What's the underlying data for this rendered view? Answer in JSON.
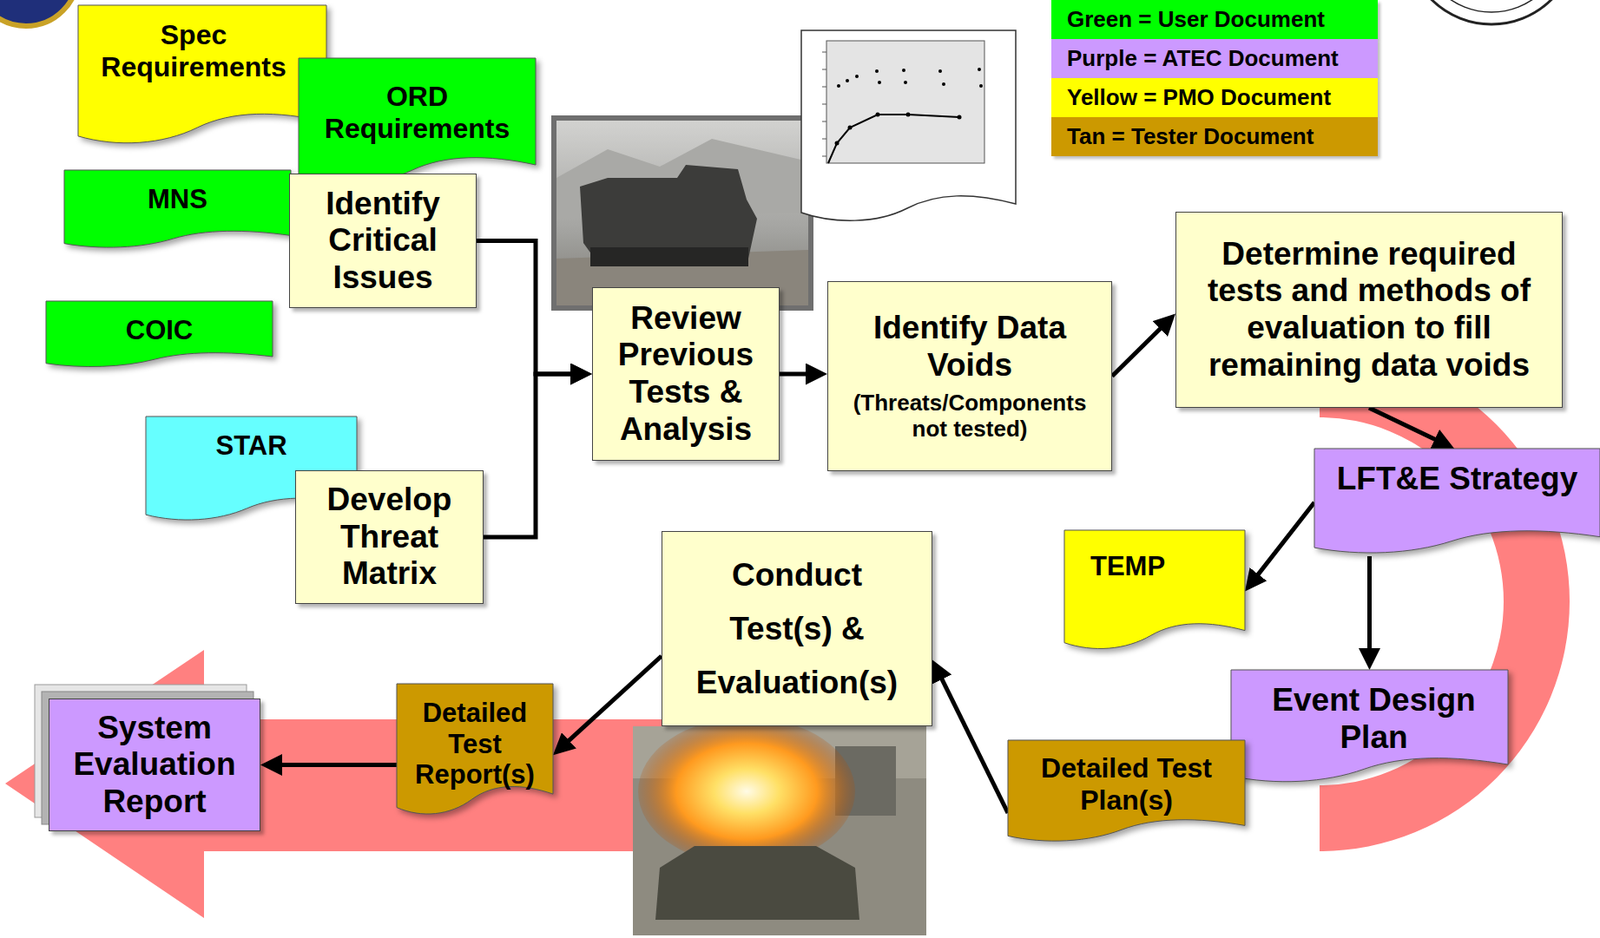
{
  "diagram": {
    "nodes": [
      {
        "text": [
          "Spec Requirements"
        ]
      },
      {
        "text": [
          "ORD Requirements"
        ]
      },
      {
        "text": [
          "MNS"
        ]
      },
      {
        "text": [
          "Identify Critical Issues"
        ]
      },
      {
        "text": [
          "COIC"
        ]
      },
      {
        "text": [
          "STAR"
        ]
      },
      {
        "text": [
          "Develop Threat Matrix"
        ]
      },
      {
        "text": [
          "Review Previous Tests & Analysis"
        ]
      },
      {
        "text": [
          "Identify Data Voids",
          "(Threats/Components not tested)"
        ]
      },
      {
        "text": [
          "Determine required tests and methods of evaluation to fill remaining data voids"
        ]
      },
      {
        "text": [
          "LFT&E Strategy"
        ]
      },
      {
        "text": [
          "TEMP"
        ]
      },
      {
        "text": [
          "Event Design Plan"
        ]
      },
      {
        "text": [
          "Detailed Test Plan(s)"
        ]
      },
      {
        "text": [
          "Conduct Test(s) & Evaluation(s)"
        ]
      },
      {
        "text": [
          "Detailed Test Report(s)"
        ]
      },
      {
        "text": [
          "System Evaluation Report"
        ]
      }
    ],
    "edges": [
      {
        "from": 3,
        "to": 7,
        "arrow": "to"
      },
      {
        "from": 6,
        "to": 7,
        "arrow": "to"
      },
      {
        "from": 7,
        "to": 8,
        "arrow": "to"
      },
      {
        "from": 8,
        "to": 9,
        "arrow": "to"
      },
      {
        "from": 9,
        "to": 10,
        "arrow": "to"
      },
      {
        "from": 10,
        "to": 11,
        "arrow": "to"
      },
      {
        "from": 10,
        "to": 12,
        "arrow": "to"
      },
      {
        "from": 13,
        "to": 14,
        "arrow": "to"
      },
      {
        "from": 14,
        "to": 15,
        "arrow": "to"
      },
      {
        "from": 15,
        "to": 16,
        "arrow": "to"
      }
    ],
    "legend": [
      {
        "text": "Green = User Document",
        "color": "#00ff00"
      },
      {
        "text": "Purple = ATEC Document",
        "color": "#cc99ff"
      },
      {
        "text": "Yellow = PMO Document",
        "color": "#ffff00"
      },
      {
        "text": "Tan = Tester Document",
        "color": "#cc9900"
      }
    ]
  }
}
